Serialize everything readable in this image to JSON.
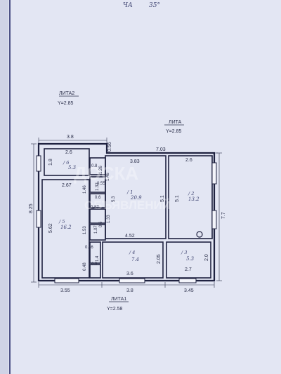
{
  "page": {
    "corner_scribble": "ЧА",
    "corner_number": "35°"
  },
  "liters": {
    "a2_title": "ЛИТА2",
    "a2_height": "Y=2.85",
    "a_title": "ЛИТА",
    "a_height": "Y=2.85",
    "a1_title": "ЛИТА1",
    "a1_height": "Y=2.58"
  },
  "watermark": {
    "line1": "ДОСКА",
    "line2": "ОБЪЯВЛЕНИЙ"
  },
  "rooms": [
    {
      "id": "r1",
      "label": "1",
      "area": "20.9"
    },
    {
      "id": "r2",
      "label": "2",
      "area": "13.2"
    },
    {
      "id": "r3",
      "label": "3",
      "area": "5.3"
    },
    {
      "id": "r4",
      "label": "4",
      "area": "7.4"
    },
    {
      "id": "r5",
      "label": "5",
      "area": "16.2"
    },
    {
      "id": "r6",
      "label": "6",
      "area": "5.3"
    }
  ],
  "dimensions": {
    "outer_top_left": "3.8",
    "outer_top_right": "7.03",
    "outer_left": "8.25",
    "outer_right": "7.7",
    "outer_bottom_left": "3.55",
    "outer_bottom_mid": "3.8",
    "outer_bottom_right": "3.45",
    "step_vertical": "0.56",
    "r6_width": "2.6",
    "r6_height": "1.8",
    "r5_width": "2.67",
    "r5_height": "5.62",
    "r1_width": "3.83",
    "r1_height": "5.1",
    "r1_bottom": "4.52",
    "r2_width": "2.6",
    "r2_height": "5.1",
    "r3_width": "2.7",
    "r3_height": "2.0",
    "r4_width": "3.6",
    "r4_height": "2.05",
    "c_a": "0.8",
    "c_b": "1.46",
    "c_c": "1.26",
    "c_d": "1.32",
    "c_e": "0.55",
    "c_f": "1.46",
    "c_g": "0.6",
    "c_h": "0.87",
    "c_i": "1.53",
    "c_j": "1.33",
    "c_k": "0.6",
    "c_l": "1.07",
    "c_m": "0.46",
    "c_n": "1.4",
    "c_o": "0.48",
    "c_p": "0.5",
    "c_q": "5.3"
  }
}
